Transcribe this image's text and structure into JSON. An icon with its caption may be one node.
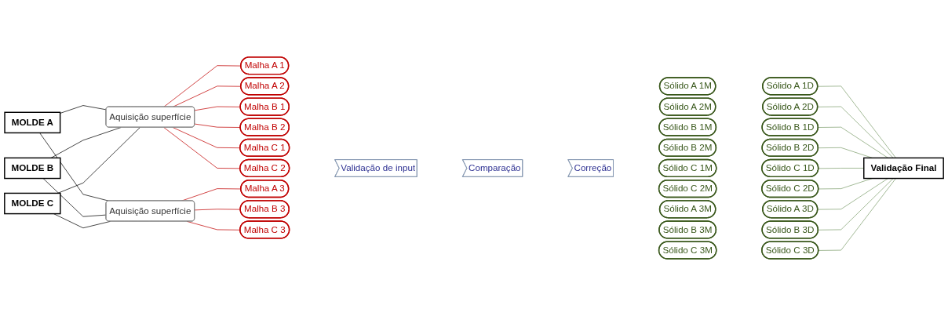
{
  "diagram": {
    "nodes": [
      {
        "text": [
          "MOLDE A"
        ]
      },
      {
        "text": [
          "MOLDE B"
        ]
      },
      {
        "text": [
          "MOLDE C"
        ]
      },
      {
        "text": [
          "Aquisição superfície"
        ]
      },
      {
        "text": [
          "Aquisição superfície"
        ]
      },
      {
        "text": [
          "Malha A 1"
        ]
      },
      {
        "text": [
          "Malha A 2"
        ]
      },
      {
        "text": [
          "Malha B 1"
        ]
      },
      {
        "text": [
          "Malha B 2"
        ]
      },
      {
        "text": [
          "Malha C 1"
        ]
      },
      {
        "text": [
          "Malha C 2"
        ]
      },
      {
        "text": [
          "Malha A 3"
        ]
      },
      {
        "text": [
          "Malha B 3"
        ]
      },
      {
        "text": [
          "Malha C 3"
        ]
      },
      {
        "text": [
          "Validação de input"
        ]
      },
      {
        "text": [
          "Comparação"
        ]
      },
      {
        "text": [
          "Correção"
        ]
      },
      {
        "text": [
          "Sólido A 1M"
        ]
      },
      {
        "text": [
          "Sólido A 1D"
        ]
      },
      {
        "text": [
          "Sólido A 2M"
        ]
      },
      {
        "text": [
          "Sólido A 2D"
        ]
      },
      {
        "text": [
          "Sólido B 1M"
        ]
      },
      {
        "text": [
          "Sólido B 1D"
        ]
      },
      {
        "text": [
          "Sólido B 2M"
        ]
      },
      {
        "text": [
          "Sólido B 2D"
        ]
      },
      {
        "text": [
          "Sólido C 1M"
        ]
      },
      {
        "text": [
          "Sólido C 1D"
        ]
      },
      {
        "text": [
          "Sólido C 2M"
        ]
      },
      {
        "text": [
          "Sólido C 2D"
        ]
      },
      {
        "text": [
          "Sólido A 3M"
        ]
      },
      {
        "text": [
          "Sólido A 3D"
        ]
      },
      {
        "text": [
          "Sólido B 3M"
        ]
      },
      {
        "text": [
          "Sólido B 3D"
        ]
      },
      {
        "text": [
          "Sólido C 3M"
        ]
      },
      {
        "text": [
          "Sólido C 3D"
        ]
      },
      {
        "text": [
          "Validação Final"
        ]
      }
    ],
    "edges": [
      {
        "from": 0,
        "to": 3,
        "arrow": "none",
        "color": "#000000"
      },
      {
        "from": 0,
        "to": 4,
        "arrow": "none",
        "color": "#000000"
      },
      {
        "from": 1,
        "to": 3,
        "arrow": "none",
        "color": "#000000"
      },
      {
        "from": 1,
        "to": 4,
        "arrow": "none",
        "color": "#000000"
      },
      {
        "from": 2,
        "to": 3,
        "arrow": "none",
        "color": "#000000"
      },
      {
        "from": 2,
        "to": 4,
        "arrow": "none",
        "color": "#000000"
      },
      {
        "from": 3,
        "to": 5,
        "arrow": "none",
        "color": "#c00000"
      },
      {
        "from": 3,
        "to": 6,
        "arrow": "none",
        "color": "#c00000"
      },
      {
        "from": 3,
        "to": 7,
        "arrow": "none",
        "color": "#c00000"
      },
      {
        "from": 3,
        "to": 8,
        "arrow": "none",
        "color": "#c00000"
      },
      {
        "from": 3,
        "to": 9,
        "arrow": "none",
        "color": "#c00000"
      },
      {
        "from": 3,
        "to": 10,
        "arrow": "none",
        "color": "#c00000"
      },
      {
        "from": 4,
        "to": 11,
        "arrow": "none",
        "color": "#c00000"
      },
      {
        "from": 4,
        "to": 12,
        "arrow": "none",
        "color": "#c00000"
      },
      {
        "from": 4,
        "to": 13,
        "arrow": "none",
        "color": "#c00000"
      },
      {
        "from": 18,
        "to": 35,
        "arrow": "none",
        "color": "#7f9f6f"
      },
      {
        "from": 20,
        "to": 35,
        "arrow": "none",
        "color": "#7f9f6f"
      },
      {
        "from": 22,
        "to": 35,
        "arrow": "none",
        "color": "#7f9f6f"
      },
      {
        "from": 24,
        "to": 35,
        "arrow": "none",
        "color": "#7f9f6f"
      },
      {
        "from": 26,
        "to": 35,
        "arrow": "none",
        "color": "#7f9f6f"
      },
      {
        "from": 28,
        "to": 35,
        "arrow": "none",
        "color": "#7f9f6f"
      },
      {
        "from": 30,
        "to": 35,
        "arrow": "none",
        "color": "#7f9f6f"
      },
      {
        "from": 32,
        "to": 35,
        "arrow": "none",
        "color": "#7f9f6f"
      },
      {
        "from": 34,
        "to": 35,
        "arrow": "none",
        "color": "#7f9f6f"
      }
    ]
  }
}
